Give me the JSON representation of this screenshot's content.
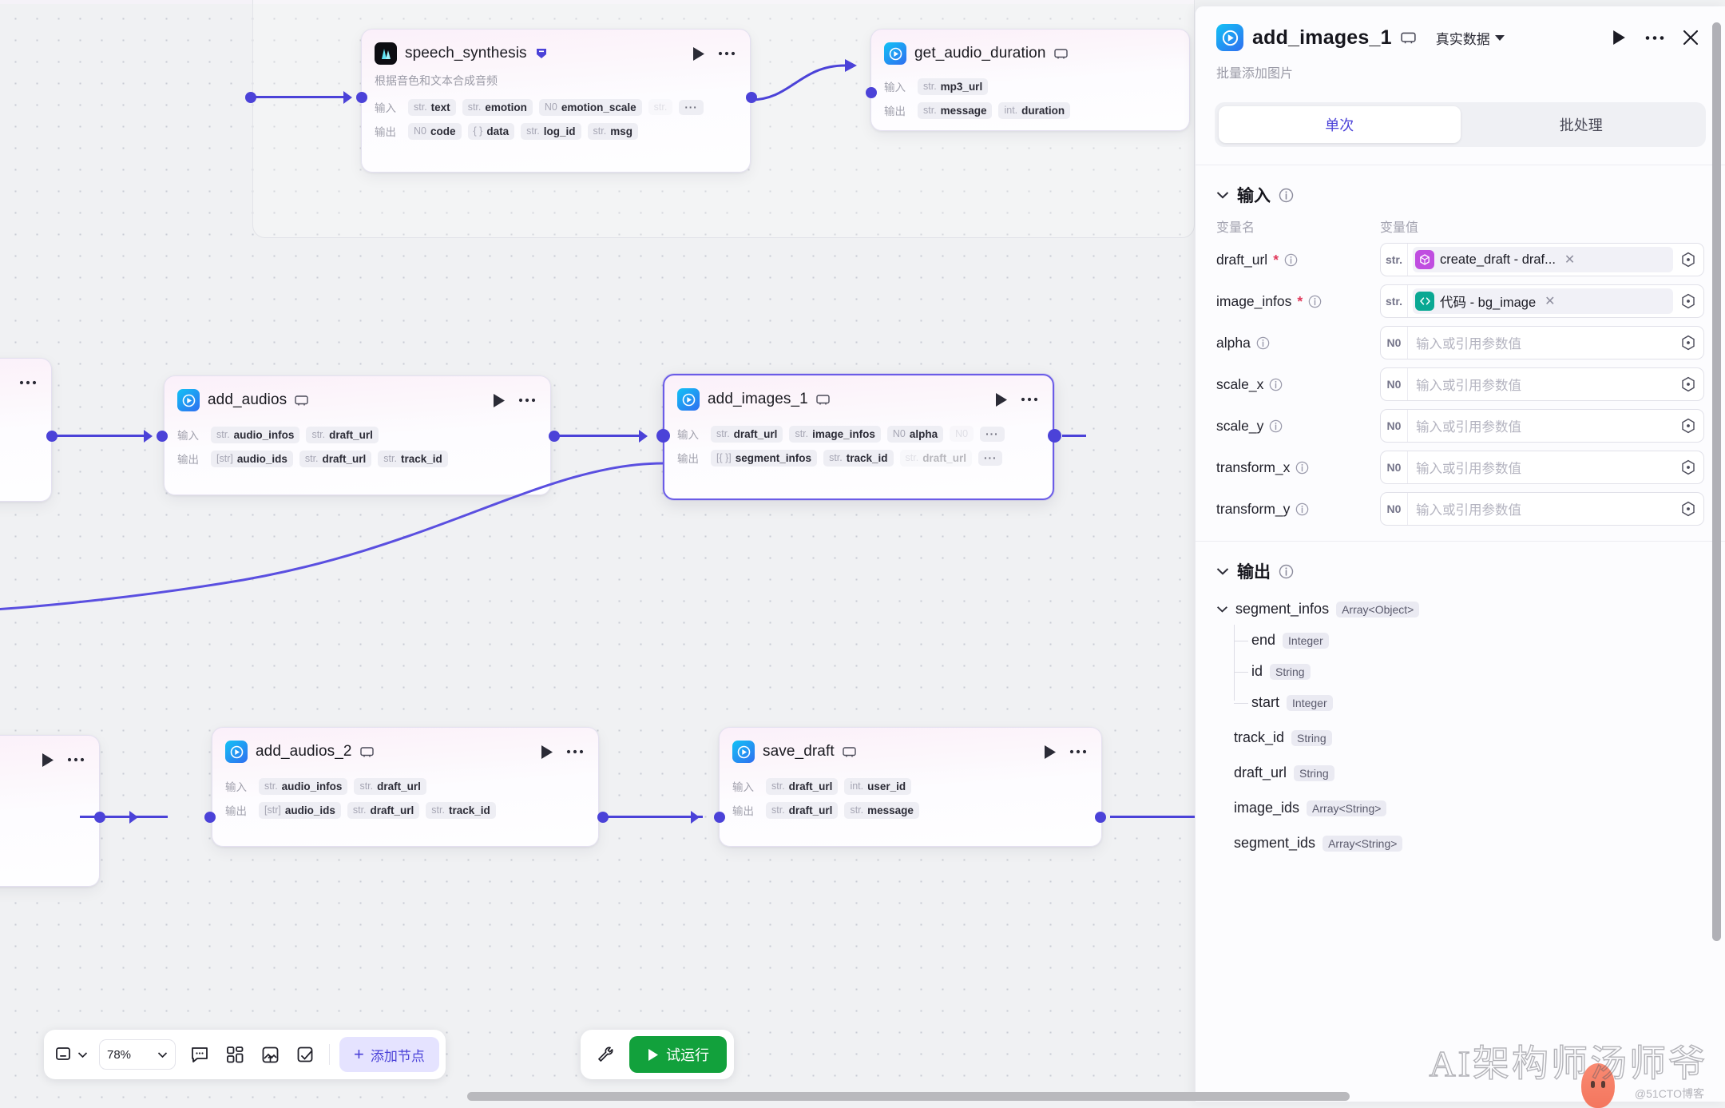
{
  "canvas": {
    "zoom_label": "78%",
    "group_container": {
      "label": ""
    },
    "nodes": [
      {
        "id": "speech_synthesis",
        "title": "speech_synthesis",
        "desc": "根据音色和文本合成音频",
        "icon": "waveform-icon",
        "has_badge": true,
        "input_label": "输入",
        "output_label": "输出",
        "inputs": [
          {
            "type": "str.",
            "name": "text"
          },
          {
            "type": "str.",
            "name": "emotion"
          },
          {
            "type": "N0",
            "name": "emotion_scale"
          },
          {
            "type": "str.",
            "name": ""
          }
        ],
        "outputs": [
          {
            "type": "N0",
            "name": "code"
          },
          {
            "type": "{ }",
            "name": "data"
          },
          {
            "type": "str.",
            "name": "log_id"
          },
          {
            "type": "str.",
            "name": "msg"
          }
        ],
        "more": "···"
      },
      {
        "id": "get_audio_duration",
        "title": "get_audio_duration",
        "desc": "",
        "icon": "play-badge-icon",
        "input_label": "输入",
        "output_label": "输出",
        "inputs": [
          {
            "type": "str.",
            "name": "mp3_url"
          }
        ],
        "outputs": [
          {
            "type": "str.",
            "name": "message"
          },
          {
            "type": "int.",
            "name": "duration"
          }
        ]
      },
      {
        "id": "add_audios",
        "title": "add_audios",
        "icon": "play-badge-icon",
        "input_label": "输入",
        "output_label": "输出",
        "inputs": [
          {
            "type": "str.",
            "name": "audio_infos"
          },
          {
            "type": "str.",
            "name": "draft_url"
          }
        ],
        "outputs": [
          {
            "type": "[str]",
            "name": "audio_ids"
          },
          {
            "type": "str.",
            "name": "draft_url"
          },
          {
            "type": "str.",
            "name": "track_id"
          }
        ]
      },
      {
        "id": "add_images_1",
        "title": "add_images_1",
        "icon": "play-badge-icon",
        "selected": true,
        "input_label": "输入",
        "output_label": "输出",
        "inputs": [
          {
            "type": "str.",
            "name": "draft_url"
          },
          {
            "type": "str.",
            "name": "image_infos"
          },
          {
            "type": "N0",
            "name": "alpha"
          },
          {
            "type": "N0",
            "name": ""
          }
        ],
        "outputs": [
          {
            "type": "[{ }]",
            "name": "segment_infos"
          },
          {
            "type": "str.",
            "name": "track_id"
          },
          {
            "type": "str.",
            "name": "draft_url"
          }
        ]
      },
      {
        "id": "add_audios_2",
        "title": "add_audios_2",
        "icon": "play-badge-icon",
        "input_label": "输入",
        "output_label": "输出",
        "inputs": [
          {
            "type": "str.",
            "name": "audio_infos"
          },
          {
            "type": "str.",
            "name": "draft_url"
          }
        ],
        "outputs": [
          {
            "type": "[str]",
            "name": "audio_ids"
          },
          {
            "type": "str.",
            "name": "draft_url"
          },
          {
            "type": "str.",
            "name": "track_id"
          }
        ]
      },
      {
        "id": "save_draft",
        "title": "save_draft",
        "icon": "play-badge-icon",
        "input_label": "输入",
        "output_label": "输出",
        "inputs": [
          {
            "type": "str.",
            "name": "draft_url"
          },
          {
            "type": "int.",
            "name": "user_id"
          }
        ],
        "outputs": [
          {
            "type": "str.",
            "name": "draft_url"
          },
          {
            "type": "str.",
            "name": "message"
          }
        ]
      }
    ]
  },
  "toolbar": {
    "zoom_value": "78%",
    "add_node_label": "添加节点",
    "add_node_plus": "+",
    "run_label": "试运行",
    "icons": [
      "screen-icon",
      "chevron-down-icon",
      "comment-icon",
      "grid-icon",
      "image-upload-icon",
      "note-icon",
      "wrench-icon",
      "play-icon"
    ]
  },
  "panel": {
    "title": "add_images_1",
    "subtitle": "批量添加图片",
    "data_mode": "真实数据",
    "icons": [
      "node-icon",
      "link-icon",
      "chevron-down-icon",
      "play-icon",
      "more-icon",
      "close-icon"
    ],
    "tabs": [
      {
        "label": "单次",
        "active": true
      },
      {
        "label": "批处理",
        "active": false
      }
    ],
    "input_section": {
      "title": "输入",
      "col_name": "变量名",
      "col_value": "变量值",
      "rows": [
        {
          "name": "draft_url",
          "required": true,
          "type": "str.",
          "ref": {
            "label": "create_draft - draf...",
            "icon_color": "#c04de0",
            "icon": "cube-icon"
          },
          "placeholder": ""
        },
        {
          "name": "image_infos",
          "required": true,
          "type": "str.",
          "ref": {
            "label": "代码 - bg_image",
            "icon_color": "#0aa893",
            "icon": "code-icon"
          },
          "placeholder": ""
        },
        {
          "name": "alpha",
          "required": false,
          "type": "N0",
          "ref": null,
          "placeholder": "输入或引用参数值"
        },
        {
          "name": "scale_x",
          "required": false,
          "type": "N0",
          "ref": null,
          "placeholder": "输入或引用参数值"
        },
        {
          "name": "scale_y",
          "required": false,
          "type": "N0",
          "ref": null,
          "placeholder": "输入或引用参数值"
        },
        {
          "name": "transform_x",
          "required": false,
          "type": "N0",
          "ref": null,
          "placeholder": "输入或引用参数值"
        },
        {
          "name": "transform_y",
          "required": false,
          "type": "N0",
          "ref": null,
          "placeholder": "输入或引用参数值"
        }
      ]
    },
    "output_section": {
      "title": "输出",
      "items": [
        {
          "name": "segment_infos",
          "type": "Array<Object>",
          "level": 0,
          "expandable": true,
          "children": [
            {
              "name": "end",
              "type": "Integer"
            },
            {
              "name": "id",
              "type": "String"
            },
            {
              "name": "start",
              "type": "Integer"
            }
          ]
        },
        {
          "name": "track_id",
          "type": "String",
          "level": 0
        },
        {
          "name": "draft_url",
          "type": "String",
          "level": 0
        },
        {
          "name": "image_ids",
          "type": "Array<String>",
          "level": 0
        },
        {
          "name": "segment_ids",
          "type": "Array<String>",
          "level": 0
        }
      ]
    }
  },
  "watermark": {
    "text": "AI架构师汤师爷",
    "sub": "@51CTO博客"
  },
  "colors": {
    "accent": "#4b42d8",
    "selected_node_border": "#6b5ce7",
    "run_green": "#12a13c",
    "canvas_bg": "#f0f1f3",
    "required_star": "#e0395b"
  }
}
